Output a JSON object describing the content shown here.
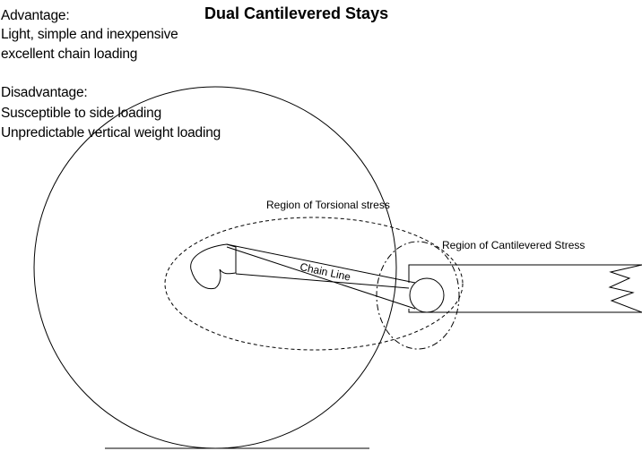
{
  "title": "Dual Cantilevered Stays",
  "advantage": {
    "heading": "Advantage:",
    "items": [
      "Light, simple and inexpensive",
      "excellent chain loading"
    ]
  },
  "disadvantage": {
    "heading": "Disadvantage:",
    "items": [
      "Susceptible to side loading",
      "Unpredictable vertical weight loading"
    ]
  },
  "labels": {
    "torsional": "Region of Torsional stress",
    "cantilevered": "Region of Cantilevered Stress",
    "chain_line": "Chain Line"
  },
  "colors": {
    "line": "#000000",
    "background": "#ffffff"
  }
}
